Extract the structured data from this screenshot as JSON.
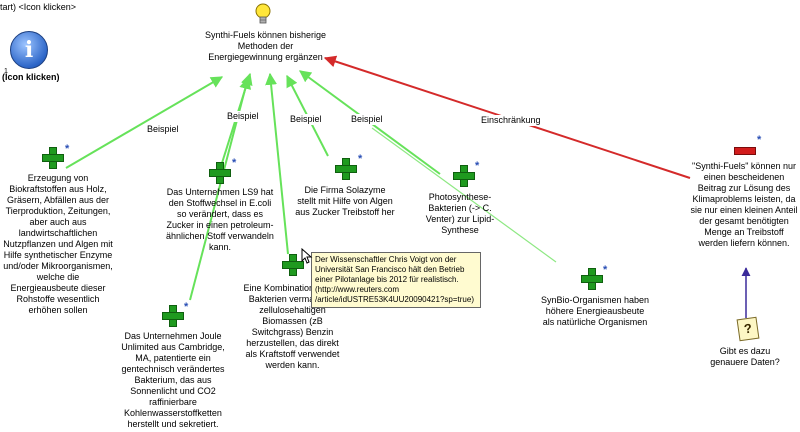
{
  "top_cut_text": "tart) <Icon klicken>",
  "info": {
    "number": "1",
    "caption": "(Icon klicken)",
    "glyph": "i"
  },
  "central": "Synthi-Fuels  können bisherige Methoden der Energiegewinnung ergänzen",
  "edge_labels": {
    "beispiel_1": "Beispiel",
    "beispiel_2": "Beispiel",
    "beispiel_3": "Beispiel",
    "beispiel_4": "Beispiel",
    "einschraenkung": "Einschränkung"
  },
  "nodes": {
    "biokraftstoffe": "Erzeugung von Biokraftstoffen aus Holz, Gräsern, Abfällen aus der Tierproduktion, Zeitungen, aber auch aus landwirtschaftlichen Nutzpflanzen und Algen mit Hilfe synthetischer Enzyme und/oder Mikroorganismen, welche die Energieausbeute dieser Rohstoffe wesentlich erhöhen sollen",
    "ls9": "Das Unternehmen LS9 hat den Stoffwechsel in E.coli so verändert, dass es Zucker in einen petroleum-ähnlichen Stoff verwandeln kann.",
    "solazyme": "Die Firma Solazyme stellt mit Hilfe von Algen aus Zucker Treibstoff her",
    "photosynthese": "Photosynthese-Bakterien (-> C. Venter) zur Lipid-Synthese",
    "joule": "Das Unternehmen Joule Unlimited aus Cambridge, MA, patentierte ein gentechnisch verändertes Bakterium, das aus Sonnenlicht und CO2 raffinierbare Kohlenwasserstoffketten herstellt und sekretiert.",
    "kombination": "Eine Kombination ... und Bakterien vermag aus zellulosehaltigen Biomassen (zB Switchgrass) Benzin herzustellen, das direkt als Kraftstoff verwendet werden kann.",
    "synbio": "SynBio-Organismen haben höhere Energieausbeute als natürliche Organismen",
    "einschraenkung_text": "\"Synthi-Fuels\" können nur einen bescheidenen Beitrag zur Lösung des Klimaproblems leisten, da sie nur einen kleinen Anteil der gesamt benötigten Menge an Treibstoff werden liefern können.",
    "frage": "Gibt es dazu genauere Daten?"
  },
  "tooltip": "Der Wissenschaftler Chris Voigt von der Universität San Francisco hält den Betrieb einer Pilotanlage bis 2012 für realistisch. (http://www.reuters.com /article/idUSTRE53K4UU20090421?sp=true)",
  "star_glyph": "*",
  "question_glyph": "?",
  "colors": {
    "support": "#66e25a",
    "restriction": "#d42a2a",
    "link": "#3a2a9a"
  }
}
